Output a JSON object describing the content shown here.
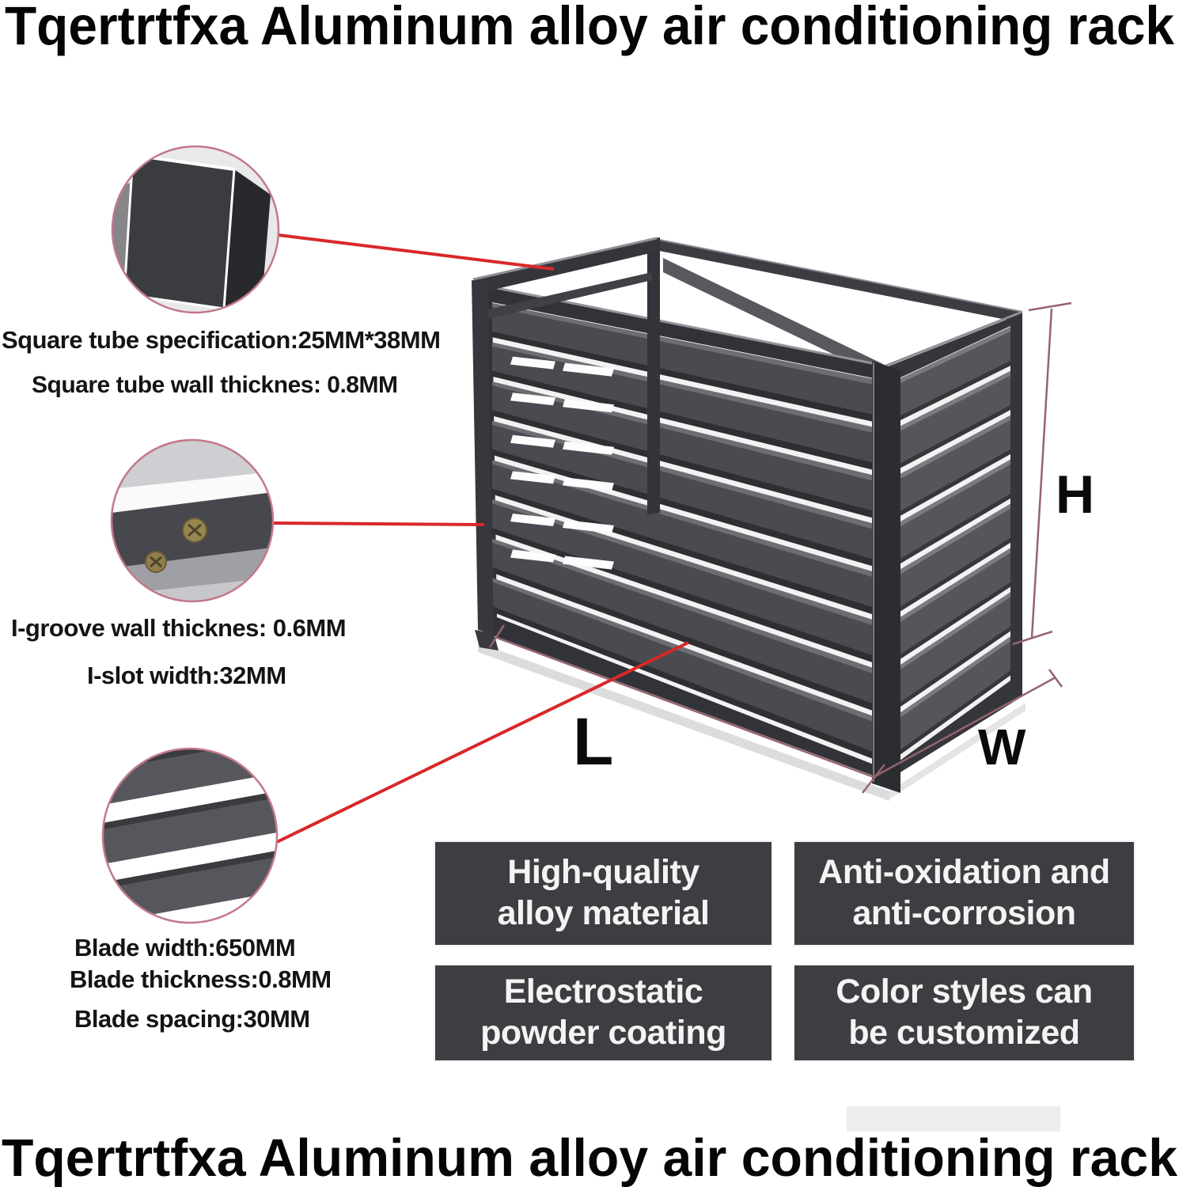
{
  "titles": {
    "top": "Tqertrtfxa Aluminum alloy air conditioning rack",
    "bottom": "Tqertrtfxa Aluminum alloy air conditioning rack"
  },
  "annotations": {
    "square_tube_spec": "Square tube specification:25MM*38MM",
    "square_tube_wall": "Square tube wall thicknes: 0.8MM",
    "i_groove_wall": "I-groove wall thicknes: 0.6MM",
    "i_slot_width": "I-slot width:32MM",
    "blade_width": "Blade width:650MM",
    "blade_thickness": "Blade thickness:0.8MM",
    "blade_spacing": "Blade spacing:30MM"
  },
  "dimension_labels": {
    "height": "H",
    "length": "L",
    "width": "W"
  },
  "feature_boxes": [
    {
      "line1": "High-quality",
      "line2": "alloy material"
    },
    {
      "line1": "Anti-oxidation and",
      "line2": "anti-corrosion"
    },
    {
      "line1": "Electrostatic",
      "line2": "powder coating"
    },
    {
      "line1": "Color styles can",
      "line2": "be customized"
    }
  ],
  "colors": {
    "annotation_line_red": "#d8282a",
    "dimension_line": "#96636e",
    "callout_circle_border": "#c2788a",
    "feature_box_bg": "#3e3e42",
    "metal_frame_dark": "#323338",
    "metal_slat_front": "#4a4b51",
    "metal_slat_side": "#55565c"
  }
}
